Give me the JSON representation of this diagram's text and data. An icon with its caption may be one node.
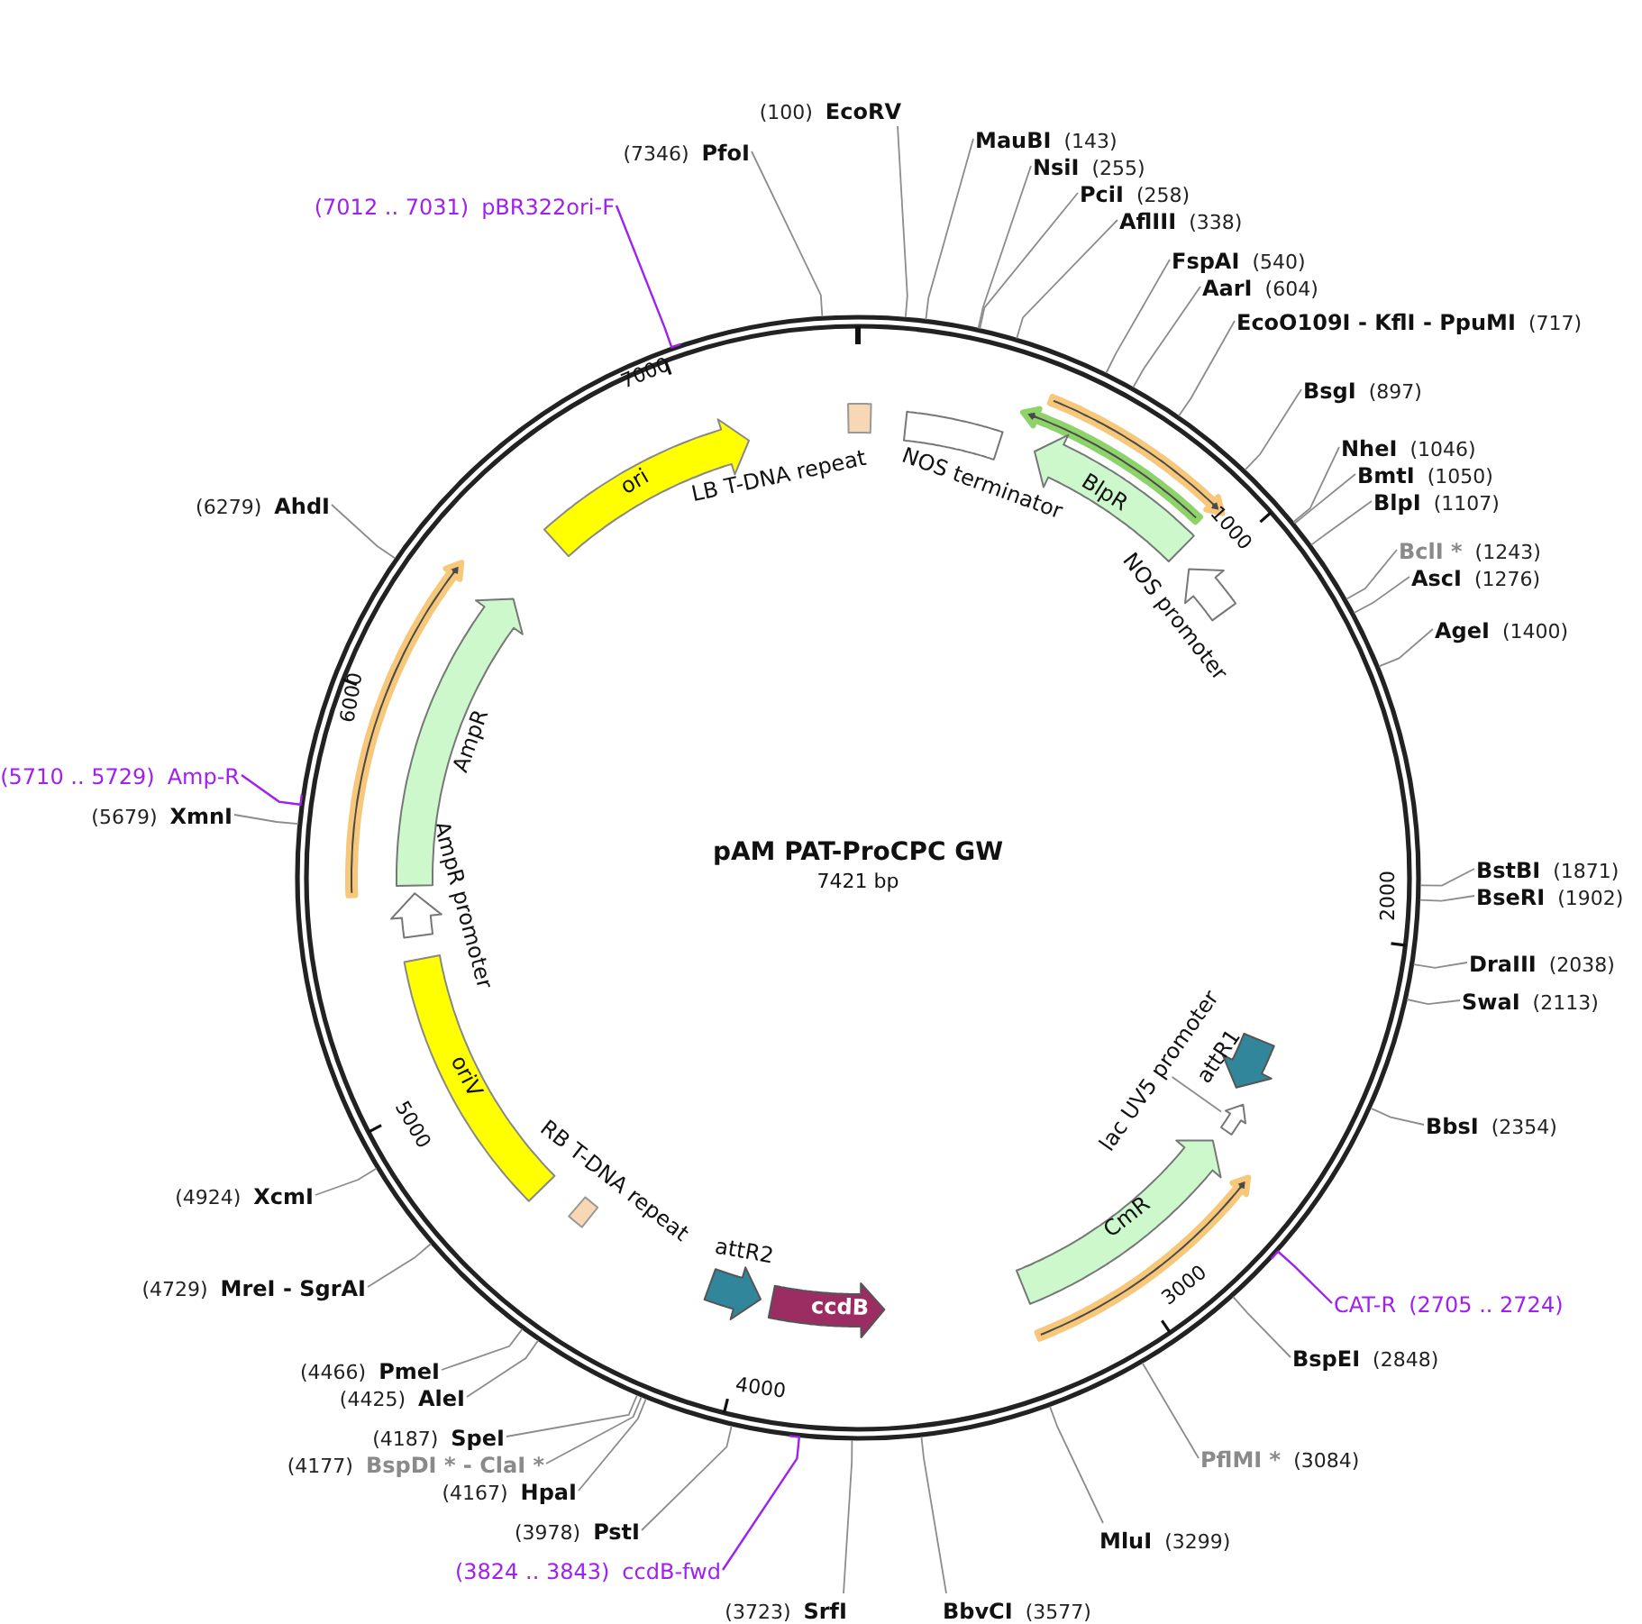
{
  "diagram": {
    "title": "pAM PAT-ProCPC GW",
    "nodes": [
      {
        "text": [
          "(100)",
          "EcoRV"
        ]
      },
      {
        "text": [
          "MauBI",
          "(143)"
        ]
      },
      {
        "text": [
          "NsiI",
          "(255)"
        ]
      },
      {
        "text": [
          "PciI",
          "(258)"
        ]
      },
      {
        "text": [
          "AflIII",
          "(338)"
        ]
      },
      {
        "text": [
          "FspAI",
          "(540)"
        ]
      },
      {
        "text": [
          "AarI",
          "(604)"
        ]
      },
      {
        "text": [
          "EcoO109I - KflI - PpuMI",
          "(717)"
        ]
      },
      {
        "text": [
          "BsgI",
          "(897)"
        ]
      },
      {
        "text": [
          "NheI",
          "(1046)"
        ]
      },
      {
        "text": [
          "BmtI",
          "(1050)"
        ]
      },
      {
        "text": [
          "BlpI",
          "(1107)"
        ]
      },
      {
        "text": [
          "BclI *",
          "(1243)"
        ]
      },
      {
        "text": [
          "AscI",
          "(1276)"
        ]
      },
      {
        "text": [
          "AgeI",
          "(1400)"
        ]
      },
      {
        "text": [
          "BstBI",
          "(1871)"
        ]
      },
      {
        "text": [
          "BseRI",
          "(1902)"
        ]
      },
      {
        "text": [
          "DraIII",
          "(2038)"
        ]
      },
      {
        "text": [
          "SwaI",
          "(2113)"
        ]
      },
      {
        "text": [
          "BbsI",
          "(2354)"
        ]
      },
      {
        "text": [
          "CAT-R",
          "(2705 .. 2724)"
        ]
      },
      {
        "text": [
          "BspEI",
          "(2848)"
        ]
      },
      {
        "text": [
          "PflMI *",
          "(3084)"
        ]
      },
      {
        "text": [
          "MluI",
          "(3299)"
        ]
      },
      {
        "text": [
          "BbvCI",
          "(3577)"
        ]
      },
      {
        "text": [
          "(3723)",
          "SrfI"
        ]
      },
      {
        "text": [
          "(3824 .. 3843)",
          "ccdB-fwd"
        ]
      },
      {
        "text": [
          "(3978)",
          "PstI"
        ]
      },
      {
        "text": [
          "(4167)",
          "HpaI"
        ]
      },
      {
        "text": [
          "(4177)",
          "BspDI * - ClaI *"
        ]
      },
      {
        "text": [
          "(4187)",
          "SpeI"
        ]
      },
      {
        "text": [
          "(4425)",
          "AleI"
        ]
      },
      {
        "text": [
          "(4466)",
          "PmeI"
        ]
      },
      {
        "text": [
          "(4729)",
          "MreI - SgrAI"
        ]
      },
      {
        "text": [
          "(4924)",
          "XcmI"
        ]
      },
      {
        "text": [
          "(5679)",
          "XmnI"
        ]
      },
      {
        "text": [
          "(5710 .. 5729)",
          "Amp-R"
        ]
      },
      {
        "text": [
          "(6279)",
          "AhdI"
        ]
      },
      {
        "text": [
          "(7012 .. 7031)",
          "pBR322ori-F"
        ]
      },
      {
        "text": [
          "(7346)",
          "PfoI"
        ]
      },
      {
        "text": [
          "LB T-DNA repeat"
        ]
      },
      {
        "text": [
          "NOS terminator"
        ]
      },
      {
        "text": [],
        "shape": "arrow"
      },
      {
        "text": [],
        "shape": "arrow"
      },
      {
        "text": [
          "BlpR"
        ]
      },
      {
        "text": [
          "NOS promoter"
        ]
      },
      {
        "text": [
          "attR1"
        ]
      },
      {
        "text": [
          "lac UV5 promoter"
        ]
      },
      {
        "text": [],
        "shape": "arrow"
      },
      {
        "text": [],
        "shape": "arrow"
      },
      {
        "text": [
          "CmR"
        ]
      },
      {
        "text": [
          "ccdB"
        ]
      },
      {
        "text": [
          "attR2"
        ]
      },
      {
        "text": [
          "RB T-DNA repeat"
        ]
      },
      {
        "text": [
          "oriV"
        ]
      },
      {
        "text": [
          "AmpR promoter"
        ]
      },
      {
        "text": [
          "AmpR"
        ]
      },
      {
        "text": [],
        "shape": "arrow"
      },
      {
        "text": [
          "ori"
        ]
      }
    ],
    "edges": [
      {
        "from": 0,
        "to": null,
        "arrow": "none"
      },
      {
        "from": 1,
        "to": null,
        "arrow": "none"
      },
      {
        "from": 2,
        "to": null,
        "arrow": "none"
      },
      {
        "from": 3,
        "to": null,
        "arrow": "none"
      },
      {
        "from": 4,
        "to": null,
        "arrow": "none"
      },
      {
        "from": 5,
        "to": null,
        "arrow": "none"
      },
      {
        "from": 6,
        "to": null,
        "arrow": "none"
      },
      {
        "from": 7,
        "to": null,
        "arrow": "none"
      },
      {
        "from": 8,
        "to": null,
        "arrow": "none"
      },
      {
        "from": 9,
        "to": null,
        "arrow": "none"
      },
      {
        "from": 10,
        "to": null,
        "arrow": "none"
      },
      {
        "from": 11,
        "to": null,
        "arrow": "none"
      },
      {
        "from": 12,
        "to": null,
        "arrow": "none"
      },
      {
        "from": 13,
        "to": null,
        "arrow": "none"
      },
      {
        "from": 14,
        "to": null,
        "arrow": "none"
      },
      {
        "from": 15,
        "to": null,
        "arrow": "none"
      },
      {
        "from": 16,
        "to": null,
        "arrow": "none"
      },
      {
        "from": 17,
        "to": null,
        "arrow": "none"
      },
      {
        "from": 18,
        "to": null,
        "arrow": "none"
      },
      {
        "from": 19,
        "to": null,
        "arrow": "none"
      },
      {
        "from": 20,
        "to": null,
        "arrow": "none",
        "color": "#a020f0"
      },
      {
        "from": 21,
        "to": null,
        "arrow": "none"
      },
      {
        "from": 22,
        "to": null,
        "arrow": "none"
      },
      {
        "from": 23,
        "to": null,
        "arrow": "none"
      },
      {
        "from": 24,
        "to": null,
        "arrow": "none"
      },
      {
        "from": 25,
        "to": null,
        "arrow": "none"
      },
      {
        "from": 26,
        "to": null,
        "arrow": "none",
        "color": "#a020f0"
      },
      {
        "from": 27,
        "to": null,
        "arrow": "none"
      },
      {
        "from": 28,
        "to": null,
        "arrow": "none"
      },
      {
        "from": 29,
        "to": null,
        "arrow": "none"
      },
      {
        "from": 30,
        "to": null,
        "arrow": "none"
      },
      {
        "from": 31,
        "to": null,
        "arrow": "none"
      },
      {
        "from": 32,
        "to": null,
        "arrow": "none"
      },
      {
        "from": 33,
        "to": null,
        "arrow": "none"
      },
      {
        "from": 34,
        "to": null,
        "arrow": "none"
      },
      {
        "from": 35,
        "to": null,
        "arrow": "none"
      },
      {
        "from": 36,
        "to": null,
        "arrow": "none",
        "color": "#a020f0"
      },
      {
        "from": 37,
        "to": null,
        "arrow": "none"
      },
      {
        "from": 38,
        "to": null,
        "arrow": "none",
        "color": "#a020f0"
      },
      {
        "from": 39,
        "to": null,
        "arrow": "none"
      },
      {
        "from": 47,
        "to": 48,
        "arrow": "none"
      }
    ],
    "labels": [
      "7421 bp",
      "1000",
      "2000",
      "3000",
      "4000",
      "5000",
      "6000",
      "7000"
    ]
  }
}
